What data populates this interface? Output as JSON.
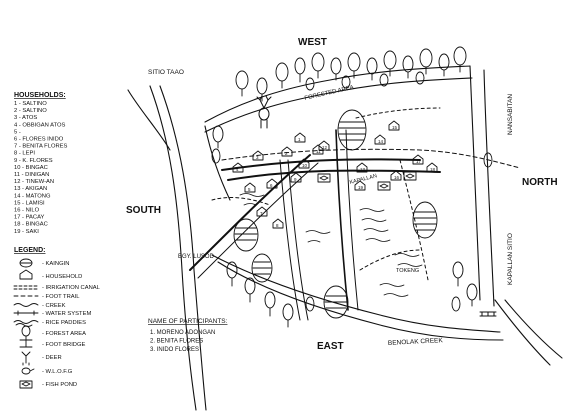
{
  "compass": {
    "west": "WEST",
    "east": "EAST",
    "north": "NORTH",
    "south": "SOUTH"
  },
  "places": {
    "sitio_taao": "SITIO TAAO",
    "forested_area": "FORESTED AREA",
    "nansabitan": "NANSABITAN",
    "kapallan_sitio": "KAPALLAN SITIO",
    "brgy_lusod": "BGY. LUSOD",
    "kapallan": "KAPALLAN",
    "tokeng": "TOKENG",
    "benolak_creek": "BENOLAK CREEK"
  },
  "households": {
    "title": "HOUSEHOLDS:",
    "items": [
      "1 - SALTINO",
      "2 - SALTINO",
      "3 - ATOS",
      "4 - OBBIGAN ATOS",
      "5 -",
      "6 - FLORES INIDO",
      "7 - BENITA FLORES",
      "8 - LEPI",
      "9 - K. FLORES",
      "10 - BINGAC",
      "11 - DINIGAN",
      "12 - TINEW-AN",
      "13 - AKIGAN",
      "14 - MATONG",
      "15 - LAMISI",
      "16 - NILO",
      "17 - PACAY",
      "18 - BINGAC",
      "19 - SAKI"
    ]
  },
  "legend": {
    "title": "LEGEND:",
    "items": [
      {
        "icon": "kaingin-icon",
        "label": "- KAINGIN"
      },
      {
        "icon": "house-icon",
        "label": "- HOUSEHOLD"
      },
      {
        "icon": "canal-icon",
        "label": "- IRRIGATION CANAL"
      },
      {
        "icon": "trail-icon",
        "label": "- FOOT TRAIL"
      },
      {
        "icon": "creek-icon",
        "label": "- CREEK"
      },
      {
        "icon": "water-system-icon",
        "label": "- WATER SYSTEM"
      },
      {
        "icon": "rice-paddies-icon",
        "label": "- RICE PADDIES"
      },
      {
        "icon": "tree-icon",
        "label": "- FOREST AREA"
      },
      {
        "icon": "bridge-icon",
        "label": "- FOOT BRIDGE"
      },
      {
        "icon": "deer-icon",
        "label": "- DEER"
      },
      {
        "icon": "wlofg-icon",
        "label": "- W.L.O.F.G"
      },
      {
        "icon": "fish-pond-icon",
        "label": "- FISH POND"
      }
    ]
  },
  "participants": {
    "title": "NAME OF PARTICIPANTS:",
    "items": [
      "1. MORENO ADONGAN",
      "2. BENITA FLORES",
      "3. INIDO FLORES"
    ]
  },
  "house_numbers": [
    "1",
    "2",
    "3",
    "4",
    "5",
    "6",
    "7",
    "8",
    "9",
    "10",
    "11",
    "12",
    "13",
    "14",
    "15",
    "16",
    "17",
    "18",
    "19"
  ]
}
